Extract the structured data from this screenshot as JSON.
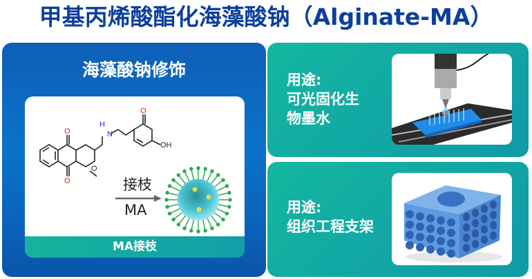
{
  "title": "甲基丙烯酸酯化海藻酸钠（Alginate-MA）",
  "left_panel": {
    "heading": "海藻酸钠修饰",
    "reaction_label_top": "接枝",
    "reaction_label_bottom": "MA",
    "footer_label": "MA接枝",
    "molecule_atoms": {
      "oxygen": "O",
      "nitrogen": "N",
      "hydrogen": "H",
      "hydroxyl": "OH"
    }
  },
  "right_panels": [
    {
      "use_label": "用途:",
      "use_lines": [
        "可光固化生",
        "物墨水"
      ],
      "image": "3d-bioprinter-nozzle"
    },
    {
      "use_label": "用途:",
      "use_lines": [
        "组织工程支架"
      ],
      "image": "porous-scaffold"
    }
  ],
  "colors": {
    "title": "#0b3f9c",
    "left_panel": "#0b6cc4",
    "teal_panel": "#12a8a4",
    "footer_teal": "#18b39c",
    "oxygen_red": "#e02020",
    "nitrogen_blue": "#1a2fd0"
  }
}
